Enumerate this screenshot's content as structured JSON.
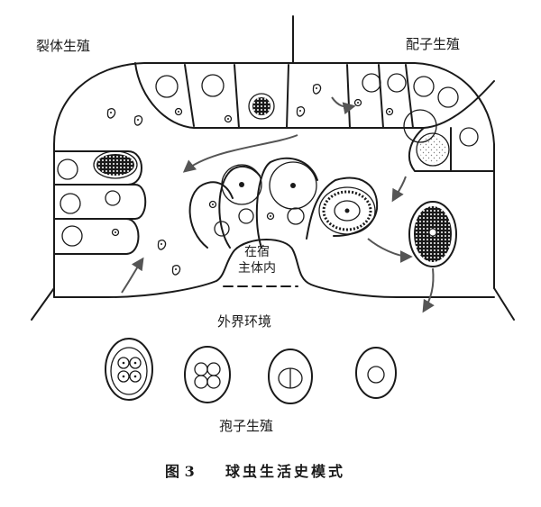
{
  "labels": {
    "schizogony": "裂体生殖",
    "gametogony": "配子生殖",
    "in_host_line1": "在宿",
    "in_host_line2": "主体内",
    "external_env": "外界环境",
    "sporogony": "孢子生殖"
  },
  "caption": {
    "figure_no": "图 3",
    "title": "球虫生活史模式"
  }
}
